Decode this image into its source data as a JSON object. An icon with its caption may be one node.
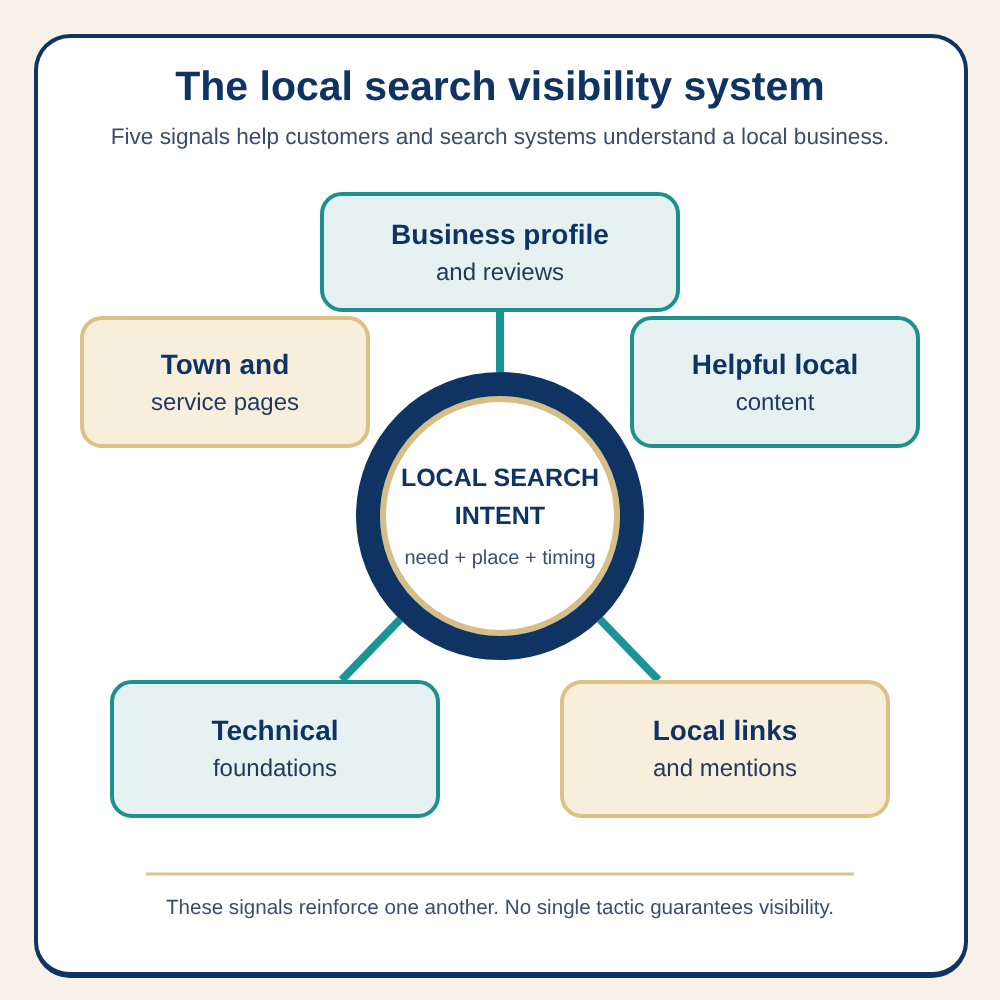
{
  "diagram": {
    "title": "The local search visibility system",
    "caption": "These signals reinforce one another. No single tactic guarantees visibility.",
    "labels": [
      "Five signals help customers and search systems understand a local business."
    ],
    "nodes": [
      {
        "text": [
          "Business profile",
          "and reviews"
        ]
      },
      {
        "text": [
          "Town and",
          "service pages"
        ]
      },
      {
        "text": [
          "Helpful local",
          "content"
        ]
      },
      {
        "text": [
          "LOCAL SEARCH INTENT",
          "need + place + timing"
        ]
      },
      {
        "text": [
          "Technical",
          "foundations"
        ]
      },
      {
        "text": [
          "Local links",
          "and mentions"
        ]
      }
    ],
    "edges": [
      {
        "from": 3,
        "to": 0,
        "arrow": "none"
      },
      {
        "from": 3,
        "to": 4,
        "arrow": "none"
      },
      {
        "from": 3,
        "to": 5,
        "arrow": "none"
      }
    ]
  }
}
